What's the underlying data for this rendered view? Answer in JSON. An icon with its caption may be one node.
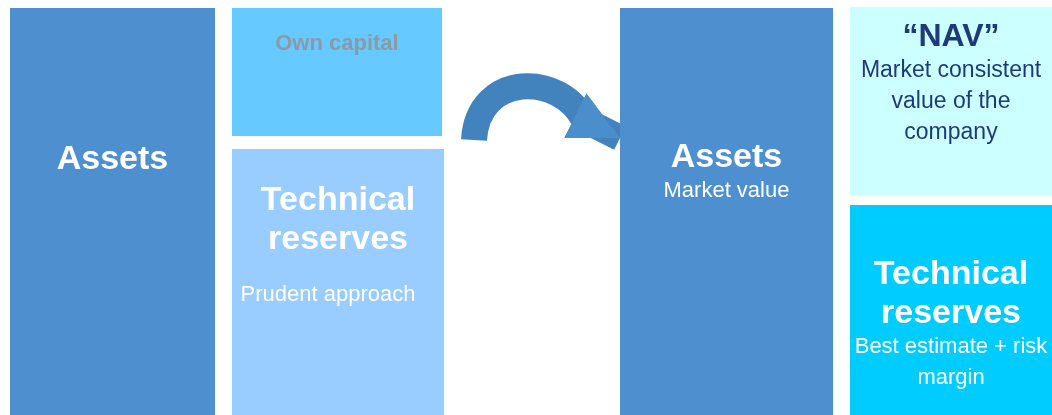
{
  "diagram": {
    "nodes": [
      {
        "text": [
          "Assets"
        ]
      },
      {
        "text": [
          "Own capital"
        ]
      },
      {
        "text": [
          "Technical reserves",
          "Prudent approach"
        ]
      },
      {
        "text": [
          "Assets",
          "Market value"
        ]
      },
      {
        "text": [
          "“NAV”",
          "Market consistent value of the company"
        ]
      },
      {
        "text": [
          "Technical reserves",
          "Best estimate + risk margin"
        ]
      }
    ],
    "edges": [
      {
        "from": 1,
        "to": 3,
        "arrow": "to"
      }
    ]
  }
}
